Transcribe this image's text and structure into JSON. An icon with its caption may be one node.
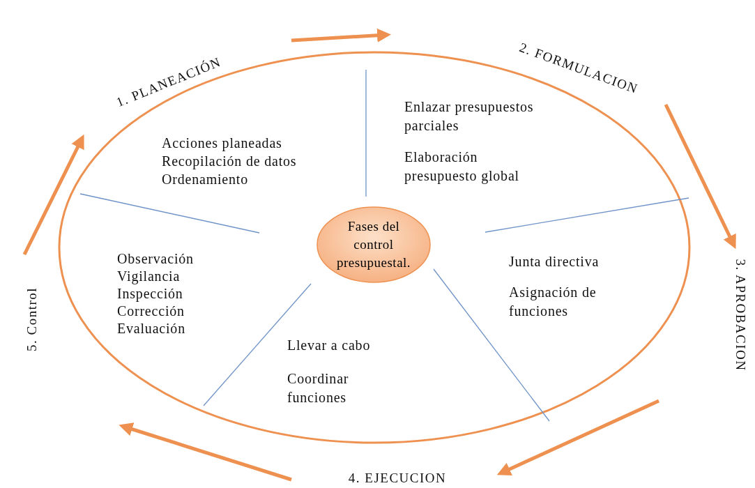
{
  "diagram": {
    "nodes": [
      {
        "text": [
          "Fases del control presupuestal."
        ]
      },
      {
        "text": [
          "1. PLANEACIÓN",
          "Acciones planeadas",
          "Recopilación de datos",
          "Ordenamiento"
        ]
      },
      {
        "text": [
          "2. FORMULACION",
          "Enlazar presupuestos parciales",
          "Elaboración presupuesto global"
        ]
      },
      {
        "text": [
          "3. APROBACION",
          "Junta directiva",
          "Asignación de funciones"
        ]
      },
      {
        "text": [
          "Llevar a cabo",
          "Coordinar funciones",
          "4. EJECUCION"
        ]
      },
      {
        "text": [
          "5. Control",
          "Observación",
          "Vigilancia",
          "Inspección",
          "Corrección",
          "Evaluación"
        ]
      }
    ],
    "edges": [
      {
        "from": 1,
        "to": 2,
        "arrow": "to"
      },
      {
        "from": 2,
        "to": 3,
        "arrow": "to"
      },
      {
        "from": 3,
        "to": 4,
        "arrow": "to"
      },
      {
        "from": 4,
        "to": 5,
        "arrow": "to"
      },
      {
        "from": 5,
        "to": 1,
        "arrow": "to"
      }
    ]
  }
}
